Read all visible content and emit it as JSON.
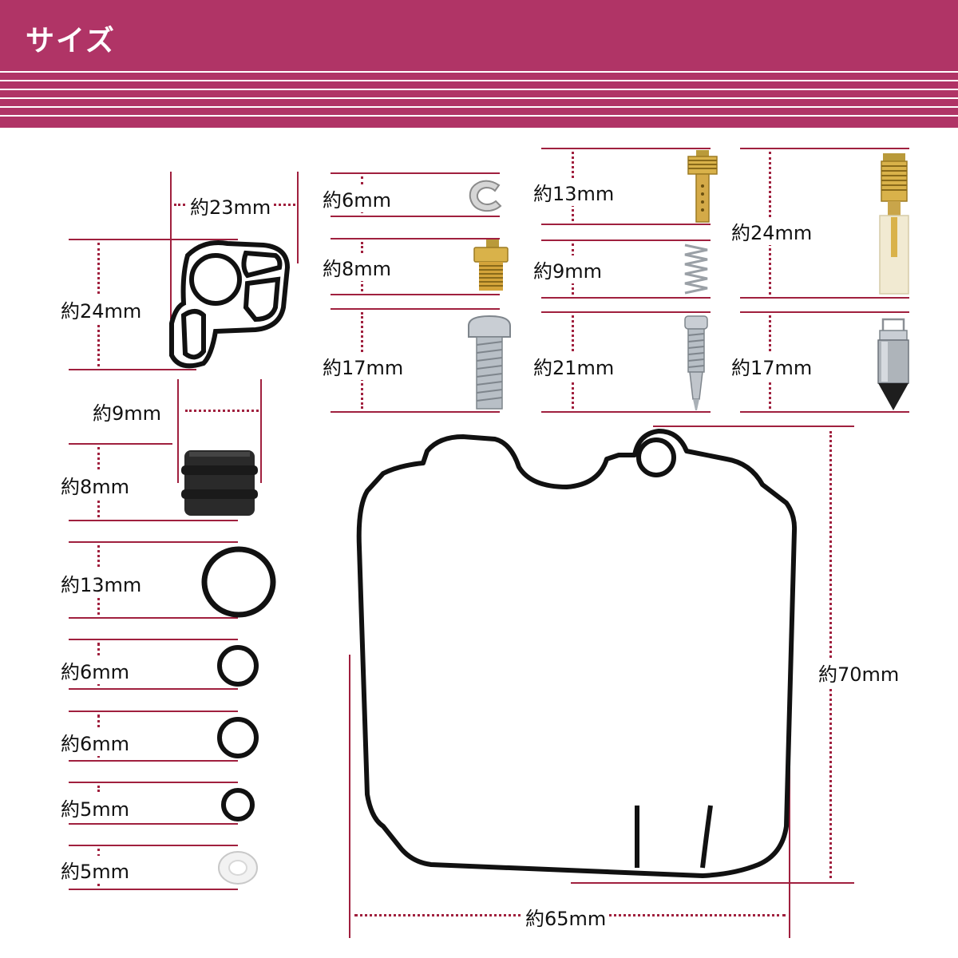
{
  "header": {
    "title": "サイズ",
    "color": "#b03466"
  },
  "accent_color": "#a0203e",
  "parts": {
    "float_gasket_small": {
      "width": "約23mm",
      "height": "約24mm",
      "icon": "shaped-gasket-icon"
    },
    "rubber_seal": {
      "width": "約9mm",
      "height": "約8mm",
      "icon": "rubber-seal-icon"
    },
    "oring_13": {
      "size": "約13mm",
      "icon": "o-ring-icon"
    },
    "oring_6a": {
      "size": "約6mm",
      "icon": "o-ring-icon"
    },
    "oring_6b": {
      "size": "約6mm",
      "icon": "o-ring-icon"
    },
    "oring_5a": {
      "size": "約5mm",
      "icon": "o-ring-icon"
    },
    "washer_5": {
      "size": "約5mm",
      "icon": "washer-icon"
    },
    "e_clip": {
      "size": "約6mm",
      "icon": "e-clip-icon"
    },
    "main_jet": {
      "size": "約8mm",
      "icon": "main-jet-icon"
    },
    "screw": {
      "size": "約17mm",
      "icon": "screw-icon"
    },
    "slow_jet": {
      "size": "約13mm",
      "icon": "slow-jet-icon"
    },
    "spring": {
      "size": "約9mm",
      "icon": "spring-icon"
    },
    "pilot_screw": {
      "size": "約21mm",
      "icon": "pilot-screw-icon"
    },
    "needle_jet": {
      "size": "約24mm",
      "icon": "needle-jet-icon"
    },
    "float_valve": {
      "size": "約17mm",
      "icon": "float-valve-icon"
    },
    "bowl_gasket": {
      "height": "約70mm",
      "width": "約65mm",
      "icon": "bowl-gasket-icon"
    }
  }
}
